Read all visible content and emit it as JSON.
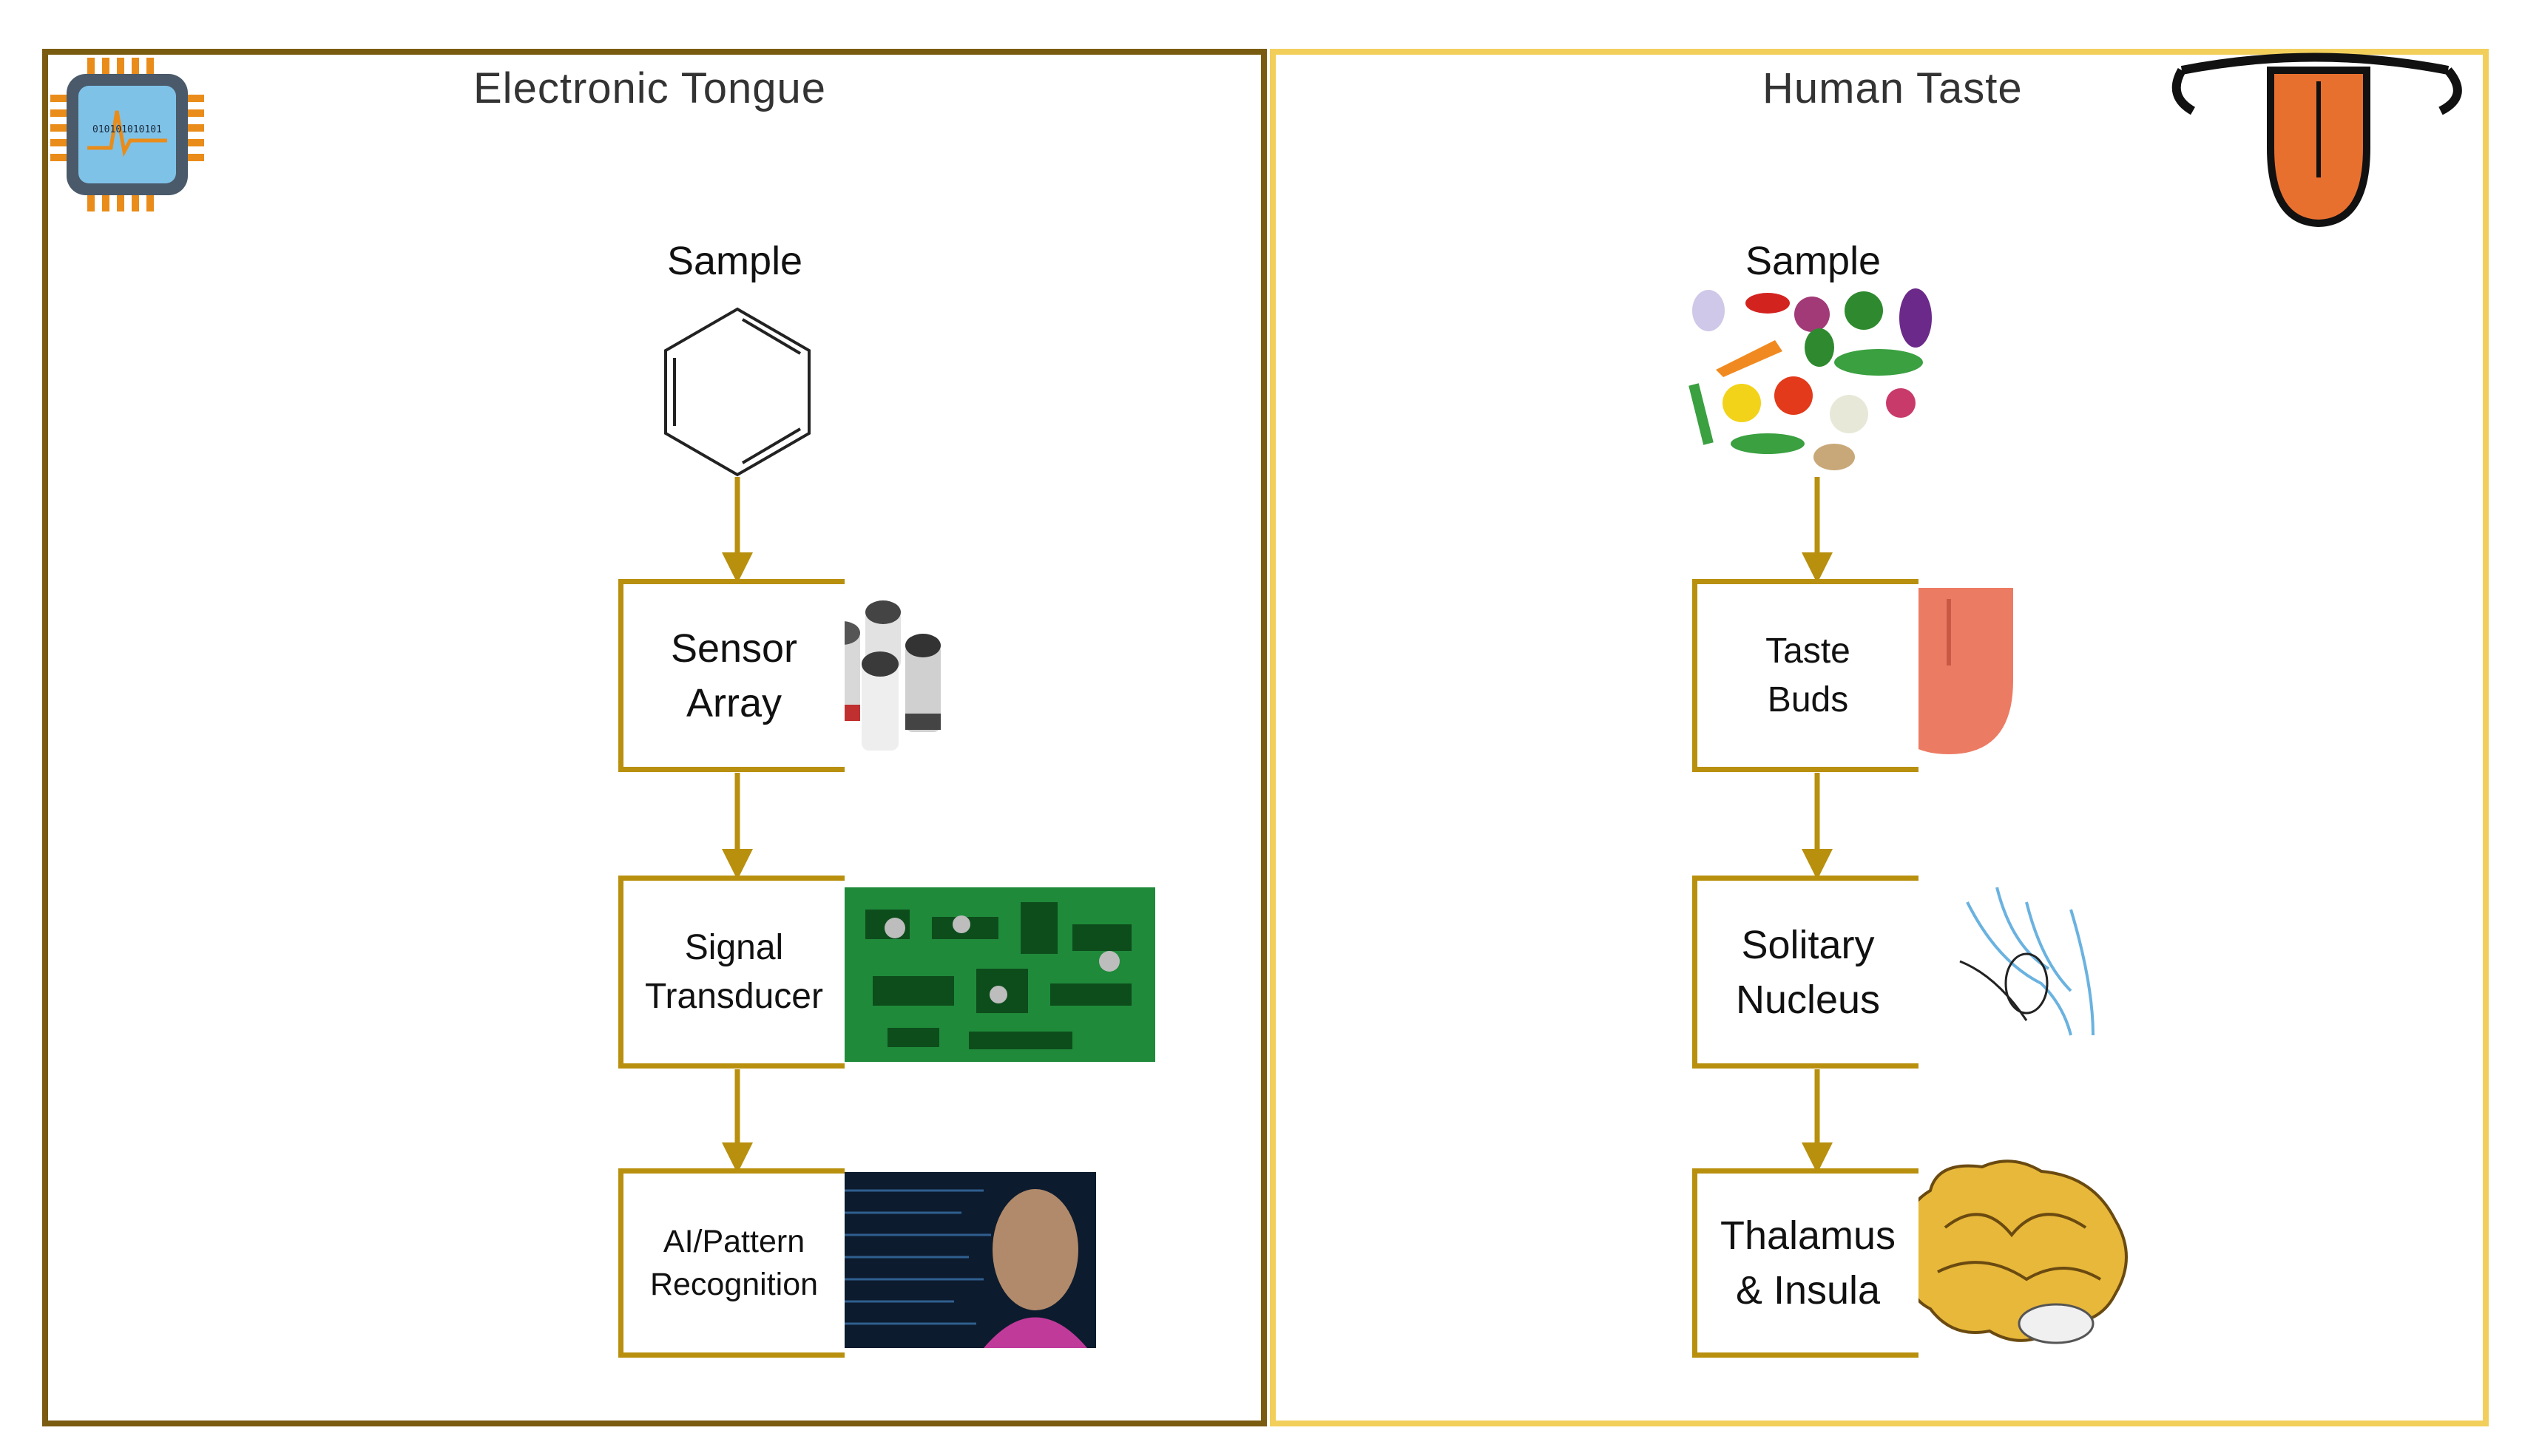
{
  "left_panel": {
    "title": "Electronic Tongue",
    "sample_label": "Sample",
    "steps": [
      {
        "lines": [
          "Sensor",
          "Array"
        ]
      },
      {
        "lines": [
          "Signal",
          "Transducer"
        ]
      },
      {
        "lines": [
          "AI/Pattern",
          "Recognition"
        ]
      }
    ],
    "border_color": "#7a5c10"
  },
  "right_panel": {
    "title": "Human Taste",
    "sample_label": "Sample",
    "steps": [
      {
        "lines": [
          "Taste",
          "Buds"
        ]
      },
      {
        "lines": [
          "Solitary",
          "Nucleus"
        ]
      },
      {
        "lines": [
          "Thalamus",
          "& Insula"
        ]
      }
    ],
    "border_color": "#f2cf5b"
  },
  "chip_icon_text": "010101010101",
  "colors": {
    "arrow": "#b8900e",
    "box_border": "#b8900e",
    "tongue": "#e8702f",
    "brain": "#e8b83a",
    "pcb": "#1f8a3a"
  },
  "icons": [
    "chip-icon",
    "benzene-ring-icon",
    "sensor-cylinders-icon",
    "circuit-board-image",
    "ai-face-image",
    "tongue-outline-icon",
    "vegetables-icon",
    "tongue-icon",
    "nerve-diagram-icon",
    "brain-icon"
  ]
}
